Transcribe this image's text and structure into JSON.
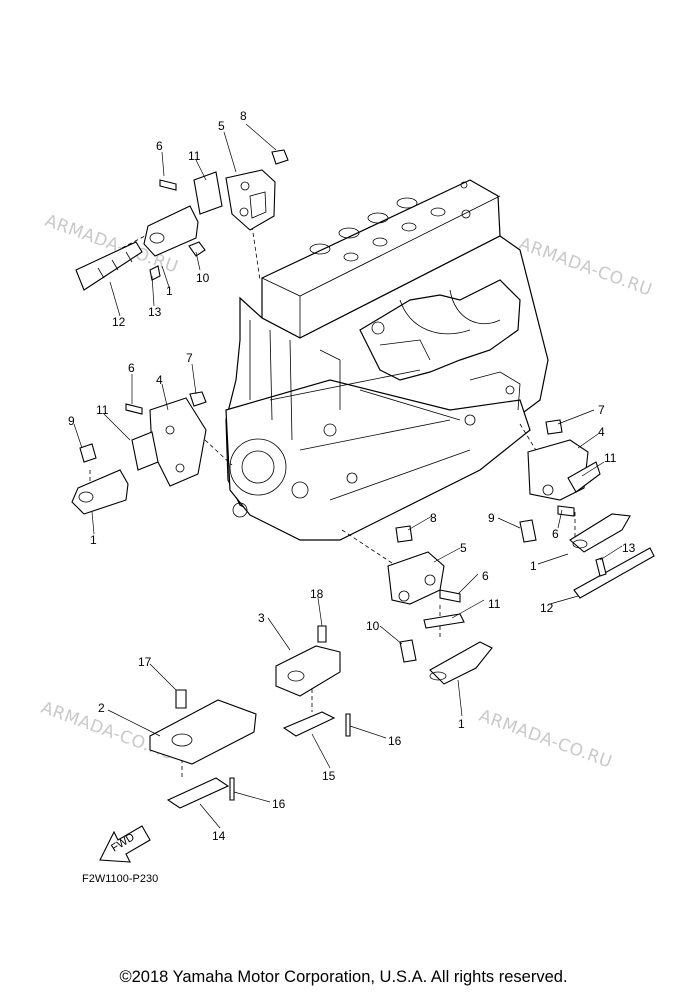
{
  "watermarks": [
    "ARMADA-CO.RU",
    "ARMADA-CO.RU",
    "ARMADA-CO.RU",
    "ARMADA-CO.RU"
  ],
  "drawing_code": "F2W1100-P230",
  "fwd_label": "FWD",
  "copyright": "©2018 Yamaha Motor Corporation, U.S.A. All rights reserved.",
  "callouts": {
    "c8_top": "8",
    "c5_top": "5",
    "c6_top": "6",
    "c11_top": "11",
    "c10_top": "10",
    "c1_top": "1",
    "c13_top": "13",
    "c12_top": "12",
    "c7_left": "7",
    "c6_left": "6",
    "c4_left": "4",
    "c9_left": "9",
    "c11_left": "11",
    "c1_left": "1",
    "c7_right": "7",
    "c4_right": "4",
    "c11_right": "11",
    "c9_right": "9",
    "c6_right": "6",
    "c13_right": "13",
    "c1_right": "1",
    "c12_right": "12",
    "c8_mid": "8",
    "c5_mid": "5",
    "c6_mid": "6",
    "c11_mid": "11",
    "c10_mid": "10",
    "c1_mid": "1",
    "c18": "18",
    "c3": "3",
    "c16_a": "16",
    "c15": "15",
    "c17": "17",
    "c2": "2",
    "c16_b": "16",
    "c14": "14"
  }
}
